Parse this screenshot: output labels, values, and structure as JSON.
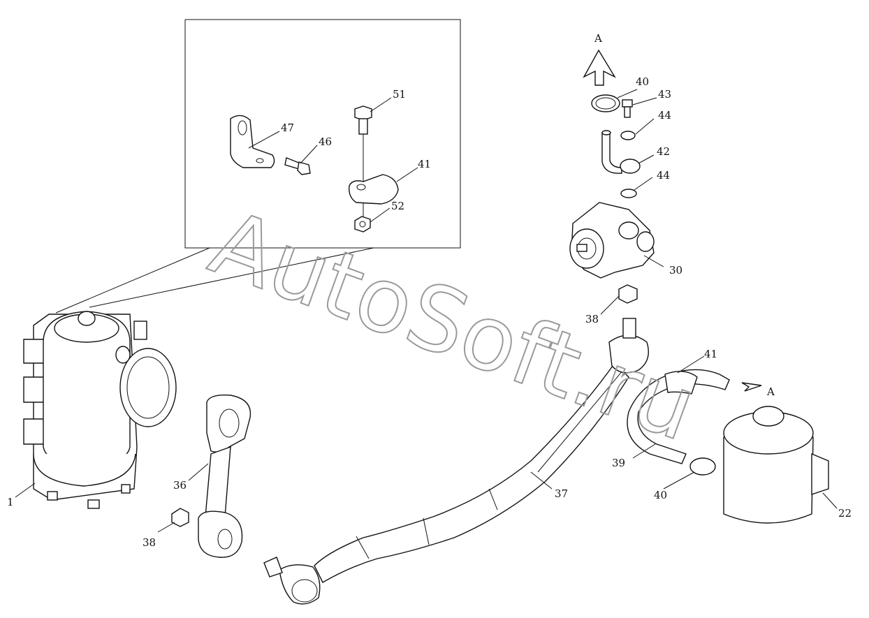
{
  "callouts": {
    "c1": "1",
    "c22": "22",
    "c30": "30",
    "c36": "36",
    "c37": "37",
    "c38a": "38",
    "c38b": "38",
    "c39": "39",
    "c40a": "40",
    "c40b": "40",
    "c41a": "41",
    "c41b": "41",
    "c42": "42",
    "c43": "43",
    "c44a": "44",
    "c44b": "44",
    "c46": "46",
    "c47": "47",
    "c51": "51",
    "c52": "52"
  },
  "flow_markers": {
    "top": "A",
    "right": "A"
  },
  "watermark": "AutoSoft.ru",
  "colors": {
    "line": "#111111",
    "background": "#ffffff",
    "watermark": "#9a9a9a"
  }
}
